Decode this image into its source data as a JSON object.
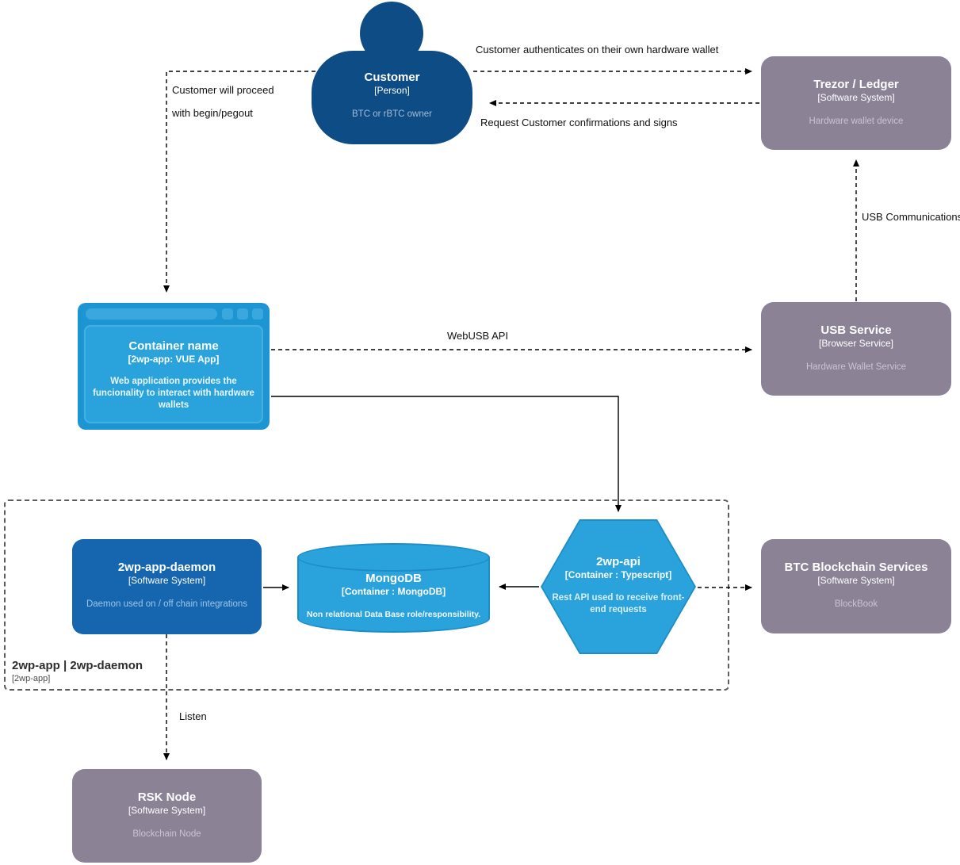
{
  "boundary": {
    "title": "2wp-app | 2wp-daemon",
    "subtitle": "[2wp-app]"
  },
  "nodes": {
    "customer": {
      "title": "Customer",
      "subtitle": "[Person]",
      "description": "BTC or rBTC owner"
    },
    "trezor_ledger": {
      "title": "Trezor / Ledger",
      "subtitle": "[Software System]",
      "description": "Hardware wallet device"
    },
    "container_name": {
      "title": "Container name",
      "subtitle": "[2wp-app: VUE App]",
      "description": "Web application provides the funcionality to interact with hardware wallets"
    },
    "usb_service": {
      "title": "USB Service",
      "subtitle": "[Browser Service]",
      "description": "Hardware Wallet Service"
    },
    "daemon": {
      "title": "2wp-app-daemon",
      "subtitle": "[Software System]",
      "description": "Daemon used on / off chain integrations"
    },
    "mongodb": {
      "title": "MongoDB",
      "subtitle": "[Container : MongoDB]",
      "description": "Non relational Data Base role/responsibility."
    },
    "api": {
      "title": "2wp-api",
      "subtitle": "[Container : Typescript]",
      "description": "Rest API used to receive front-end requests"
    },
    "btc_services": {
      "title": "BTC Blockchain Services",
      "subtitle": "[Software System]",
      "description": "BlockBook"
    },
    "rsk_node": {
      "title": "RSK Node",
      "subtitle": "[Software System]",
      "description": "Blockchain Node"
    }
  },
  "edges": {
    "authenticate": {
      "label": "Customer authenticates on their own hardware wallet"
    },
    "confirmations": {
      "label": "Request Customer confirmations and signs"
    },
    "proceed": {
      "label_line1": "Customer will proceed",
      "label_line2": "with begin/pegout"
    },
    "webusb": {
      "label": "WebUSB API"
    },
    "usb_comm": {
      "label": "USB Communications"
    },
    "listen": {
      "label": "Listen"
    }
  },
  "colors": {
    "person_blue": "#0d4c85",
    "external_gray": "#8b8296",
    "container_blue": "#2aa3dc",
    "container_border_blue": "#1d8dc6",
    "daemon_blue": "#1665af",
    "browser_frame_blue": "#1e95d3",
    "edge_black": "#000000"
  }
}
